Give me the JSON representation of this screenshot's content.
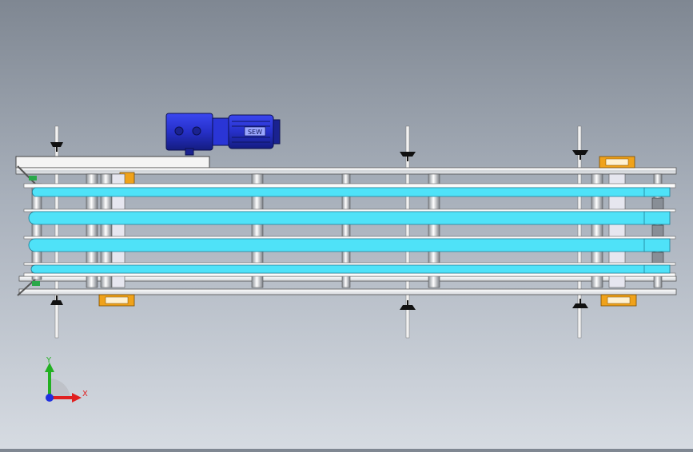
{
  "model": {
    "name": "belt-conveyor-top-view",
    "motor_nameplate": "SEW",
    "belt_count": 4,
    "belt_color": "#4fe2f8",
    "motor_color": "#2a35d6",
    "bearing_color": "#f0a21a"
  },
  "triad": {
    "x_label": "X",
    "y_label": "Y",
    "x_color": "#e02020",
    "y_color": "#22b022",
    "z_color": "#2030e0"
  }
}
